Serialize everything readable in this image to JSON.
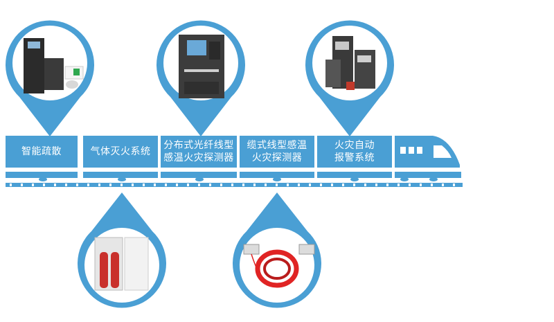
{
  "colors": {
    "primary": "#4a9fd4",
    "window": "#ffffff",
    "background": "#ffffff"
  },
  "train": {
    "cars": [
      {
        "id": "car-1",
        "lines": [
          "智能疏散"
        ]
      },
      {
        "id": "car-2",
        "lines": [
          "气体灭火系统"
        ]
      },
      {
        "id": "car-3",
        "lines": [
          "分布式光纤线型",
          "感温火灾探测器"
        ]
      },
      {
        "id": "car-4",
        "lines": [
          "缆式线型感温",
          "火灾探测器"
        ]
      },
      {
        "id": "car-5",
        "lines": [
          "火灾自动",
          "报警系统"
        ]
      }
    ],
    "head_icon": "train-head-icon"
  },
  "pins": [
    {
      "name": "evacuation-pin",
      "image": "evacuation-equipment-image",
      "label_ref": "智能疏散"
    },
    {
      "name": "fiber-detector-pin",
      "image": "fiber-optic-detector-cabinet-image",
      "label_ref": "分布式光纤线型感温火灾探测器"
    },
    {
      "name": "alarm-pin",
      "image": "fire-alarm-controller-image",
      "label_ref": "火灾自动报警系统"
    },
    {
      "name": "gas-pin",
      "image": "gas-extinguishing-cylinders-image",
      "label_ref": "气体灭火系统"
    },
    {
      "name": "cable-pin",
      "image": "linear-heat-cable-image",
      "label_ref": "缆式线型感温火灾探测器"
    }
  ]
}
